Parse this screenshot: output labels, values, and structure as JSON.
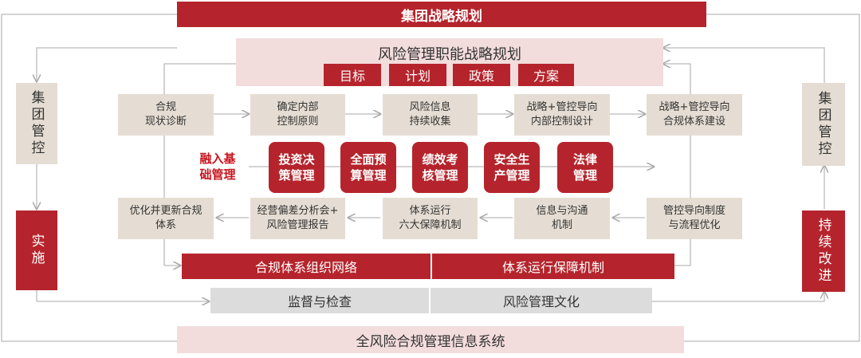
{
  "top_banner": "集团战略规划",
  "planning": {
    "title": "风险管理职能战略规划",
    "items": [
      "目标",
      "计划",
      "政策",
      "方案"
    ]
  },
  "left_label": "集团管控",
  "left_action": "实施",
  "right_label": "集团管控",
  "right_action": "持续改进",
  "row1": [
    "合规\n现状诊断",
    "确定内部\n控制原则",
    "风险信息\n持续收集",
    "战略+管控导向\n内部控制设计",
    "战略+管控导向\n合规体系建设"
  ],
  "integration": {
    "label": "融入基\n础管理",
    "items": [
      "投资决\n策管理",
      "全面预\n算管理",
      "绩效考\n核管理",
      "安全生\n产管理",
      "法律\n管理"
    ]
  },
  "row3": [
    "优化并更新合规\n体系",
    "经营偏差分析会+\n风险管理报告",
    "体系运行\n六大保障机制",
    "信息与沟通\n机制",
    "管控导向制度\n与流程优化"
  ],
  "bottom_red": [
    "合规体系组织网络",
    "体系运行保障机制"
  ],
  "bottom_grey": [
    "监督与检查",
    "风险管理文化"
  ],
  "footer": "全风险合规管理信息系统",
  "colors": {
    "brand_red": "#b5242c",
    "pink": "#f3dcdc",
    "beige": "#e5ddd3",
    "grey": "#dcdcdc"
  }
}
